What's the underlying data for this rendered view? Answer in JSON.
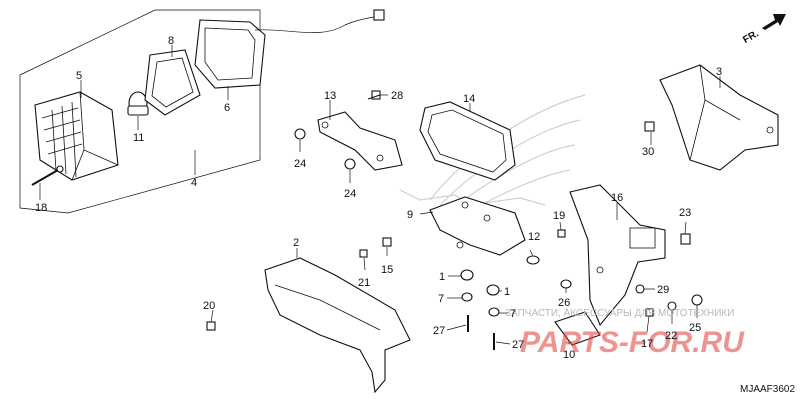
{
  "direction_label": "FR.",
  "diagram_code": "MJAAF3602",
  "watermark": {
    "small_text": "ЗАПЧАСТИ, АКСЕССУАРЫ ДЛЯ МОТОТЕХНИКИ",
    "logo_text": "PARTS-FOR.RU"
  },
  "callouts": {
    "c1a": "1",
    "c1b": "1",
    "c2": "2",
    "c3": "3",
    "c4": "4",
    "c5": "5",
    "c6": "6",
    "c7a": "7",
    "c7b": "7",
    "c8": "8",
    "c9": "9",
    "c10": "10",
    "c11": "11",
    "c12": "12",
    "c13": "13",
    "c14": "14",
    "c15": "15",
    "c16": "16",
    "c17": "17",
    "c18": "18",
    "c19": "19",
    "c20": "20",
    "c21": "21",
    "c22": "22",
    "c23": "23",
    "c24a": "24",
    "c24b": "24",
    "c25": "25",
    "c26": "26",
    "c27a": "27",
    "c27b": "27",
    "c28": "28",
    "c29": "29",
    "c30": "30"
  }
}
